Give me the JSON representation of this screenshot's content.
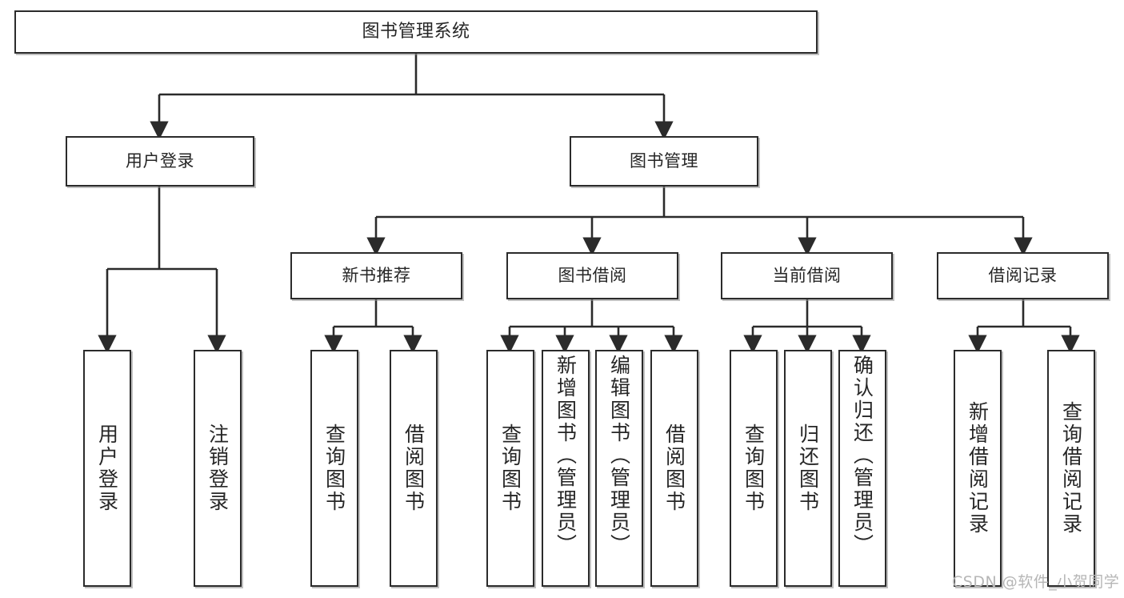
{
  "diagram": {
    "type": "tree-hierarchy",
    "title": "图书管理系统",
    "orientation": "top-down",
    "colors": {
      "background": "#ffffff",
      "box_border": "#2b2b2b",
      "box_fill": "#ffffff",
      "connector": "#2b2b2b",
      "text": "#262626",
      "watermark": "#b6b6b6"
    },
    "levels": {
      "root": "图书管理系统",
      "level1": [
        "用户登录",
        "图书管理"
      ],
      "level2": [
        "新书推荐",
        "图书借阅",
        "当前借阅",
        "借阅记录"
      ]
    }
  },
  "nodes": {
    "root": {
      "label": "图书管理系统"
    },
    "user_login": {
      "label": "用户登录"
    },
    "book_manage": {
      "label": "图书管理"
    },
    "new_book_rec": {
      "label": "新书推荐"
    },
    "book_borrow": {
      "label": "图书借阅"
    },
    "current_borrow": {
      "label": "当前借阅"
    },
    "borrow_record": {
      "label": "借阅记录"
    },
    "leaf_user_login": {
      "label": "用户登录"
    },
    "leaf_logout": {
      "label": "注销登录"
    },
    "leaf_query_book_1": {
      "label": "查询图书"
    },
    "leaf_borrow_book_1": {
      "label": "借阅图书"
    },
    "leaf_query_book_2": {
      "label": "查询图书"
    },
    "leaf_add_book": {
      "label": "新增图书（管理员）"
    },
    "leaf_edit_book": {
      "label": "编辑图书（管理员）"
    },
    "leaf_borrow_book_2": {
      "label": "借阅图书"
    },
    "leaf_query_book_3": {
      "label": "查询图书"
    },
    "leaf_return_book": {
      "label": "归还图书"
    },
    "leaf_confirm_return": {
      "label": "确认归还（管理员）"
    },
    "leaf_add_record": {
      "label": "新增借阅记录"
    },
    "leaf_query_record": {
      "label": "查询借阅记录"
    }
  },
  "watermark": {
    "text": "CSDN @软件_小贺同学"
  }
}
